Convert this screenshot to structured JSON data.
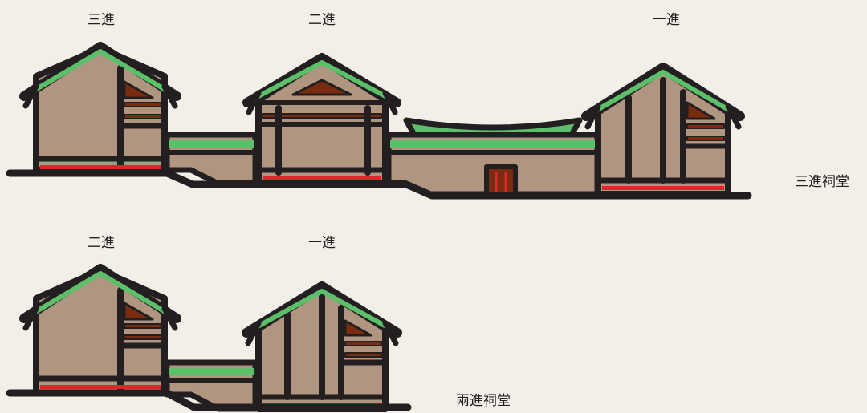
{
  "colors": {
    "background": "#f2efe9",
    "outline": "#231f20",
    "wall": "#b09680",
    "roof": "#5cbf6a",
    "timber": "#7a2c10",
    "floor": "#e0262b",
    "text": "#231f20"
  },
  "three_hall": {
    "title": "三進祠堂",
    "labels": [
      "三進",
      "二進",
      "一進"
    ]
  },
  "two_hall": {
    "title": "兩進祠堂",
    "labels": [
      "二進",
      "一進"
    ]
  }
}
